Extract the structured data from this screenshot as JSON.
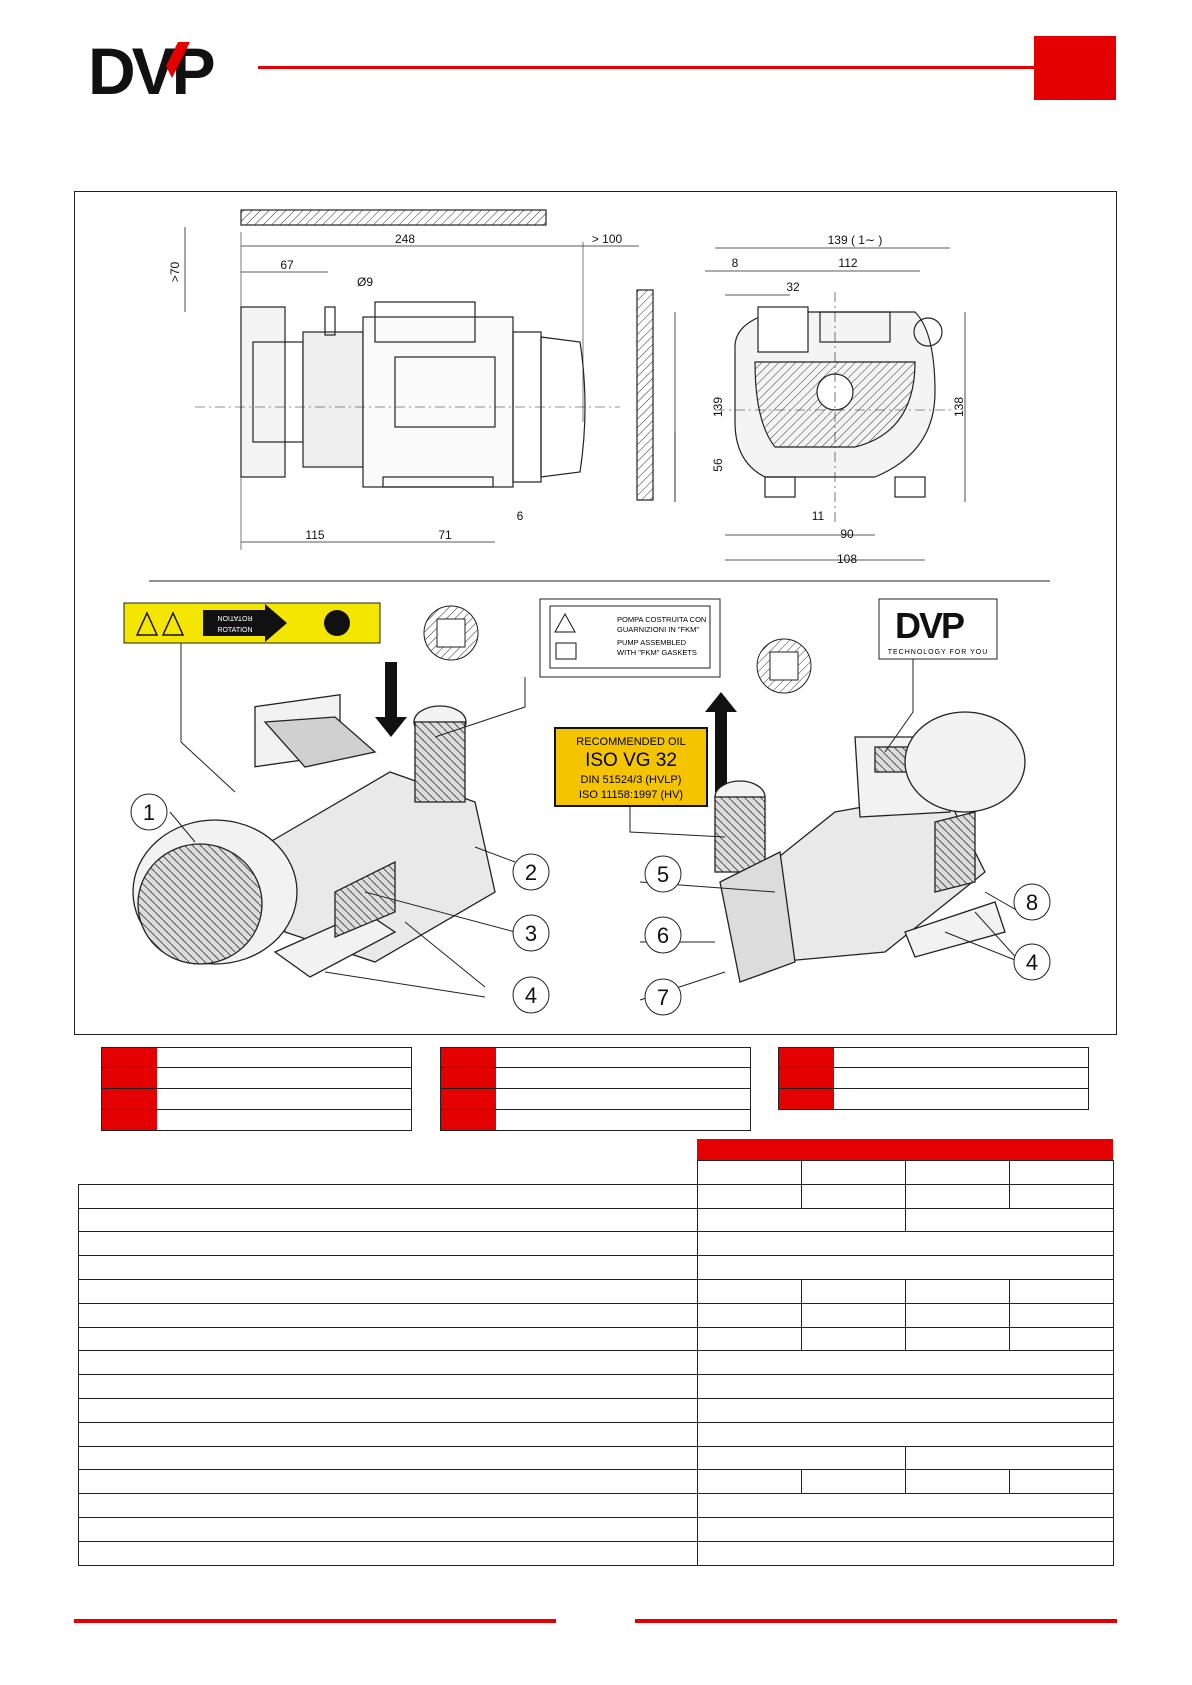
{
  "brand": {
    "logo_text": "DVP",
    "badge_text": "TECHNOLOGY FOR YOU",
    "accent": "#e40000"
  },
  "dimensions": {
    "d_gt70": ">70",
    "d_248": "248",
    "d_gt100": "> 100",
    "d_67": "67",
    "d_phi9": "Ø9",
    "d_139": "139",
    "d_56": "56",
    "d_115": "115",
    "d_71": "71",
    "d_6": "6",
    "d_139_1": "139 ( 1∼ )",
    "d_8": "8",
    "d_112": "112",
    "d_32": "32",
    "d_138": "138",
    "d_11": "11",
    "d_90": "90",
    "d_108": "108"
  },
  "labels": {
    "rotation_1": "ROTATION",
    "rotation_2": "ROTATION",
    "fkm_it_1": "POMPA COSTRUITA CON",
    "fkm_it_2": "GUARNIZIONI IN \"FKM\"",
    "fkm_en_1": "PUMP ASSEMBLED",
    "fkm_en_2": "WITH \"FKM\" GASKETS",
    "oil_1": "RECOMMENDED OIL",
    "oil_2": "ISO VG 32",
    "oil_3": "DIN 51524/3 (HVLP)",
    "oil_4": "ISO 11158:1997 (HV)"
  },
  "callouts": [
    "1",
    "2",
    "3",
    "4",
    "4",
    "5",
    "6",
    "7",
    "8"
  ],
  "colors": {
    "oil_label": "#f5c400",
    "rotation_label": "#f5e600"
  }
}
